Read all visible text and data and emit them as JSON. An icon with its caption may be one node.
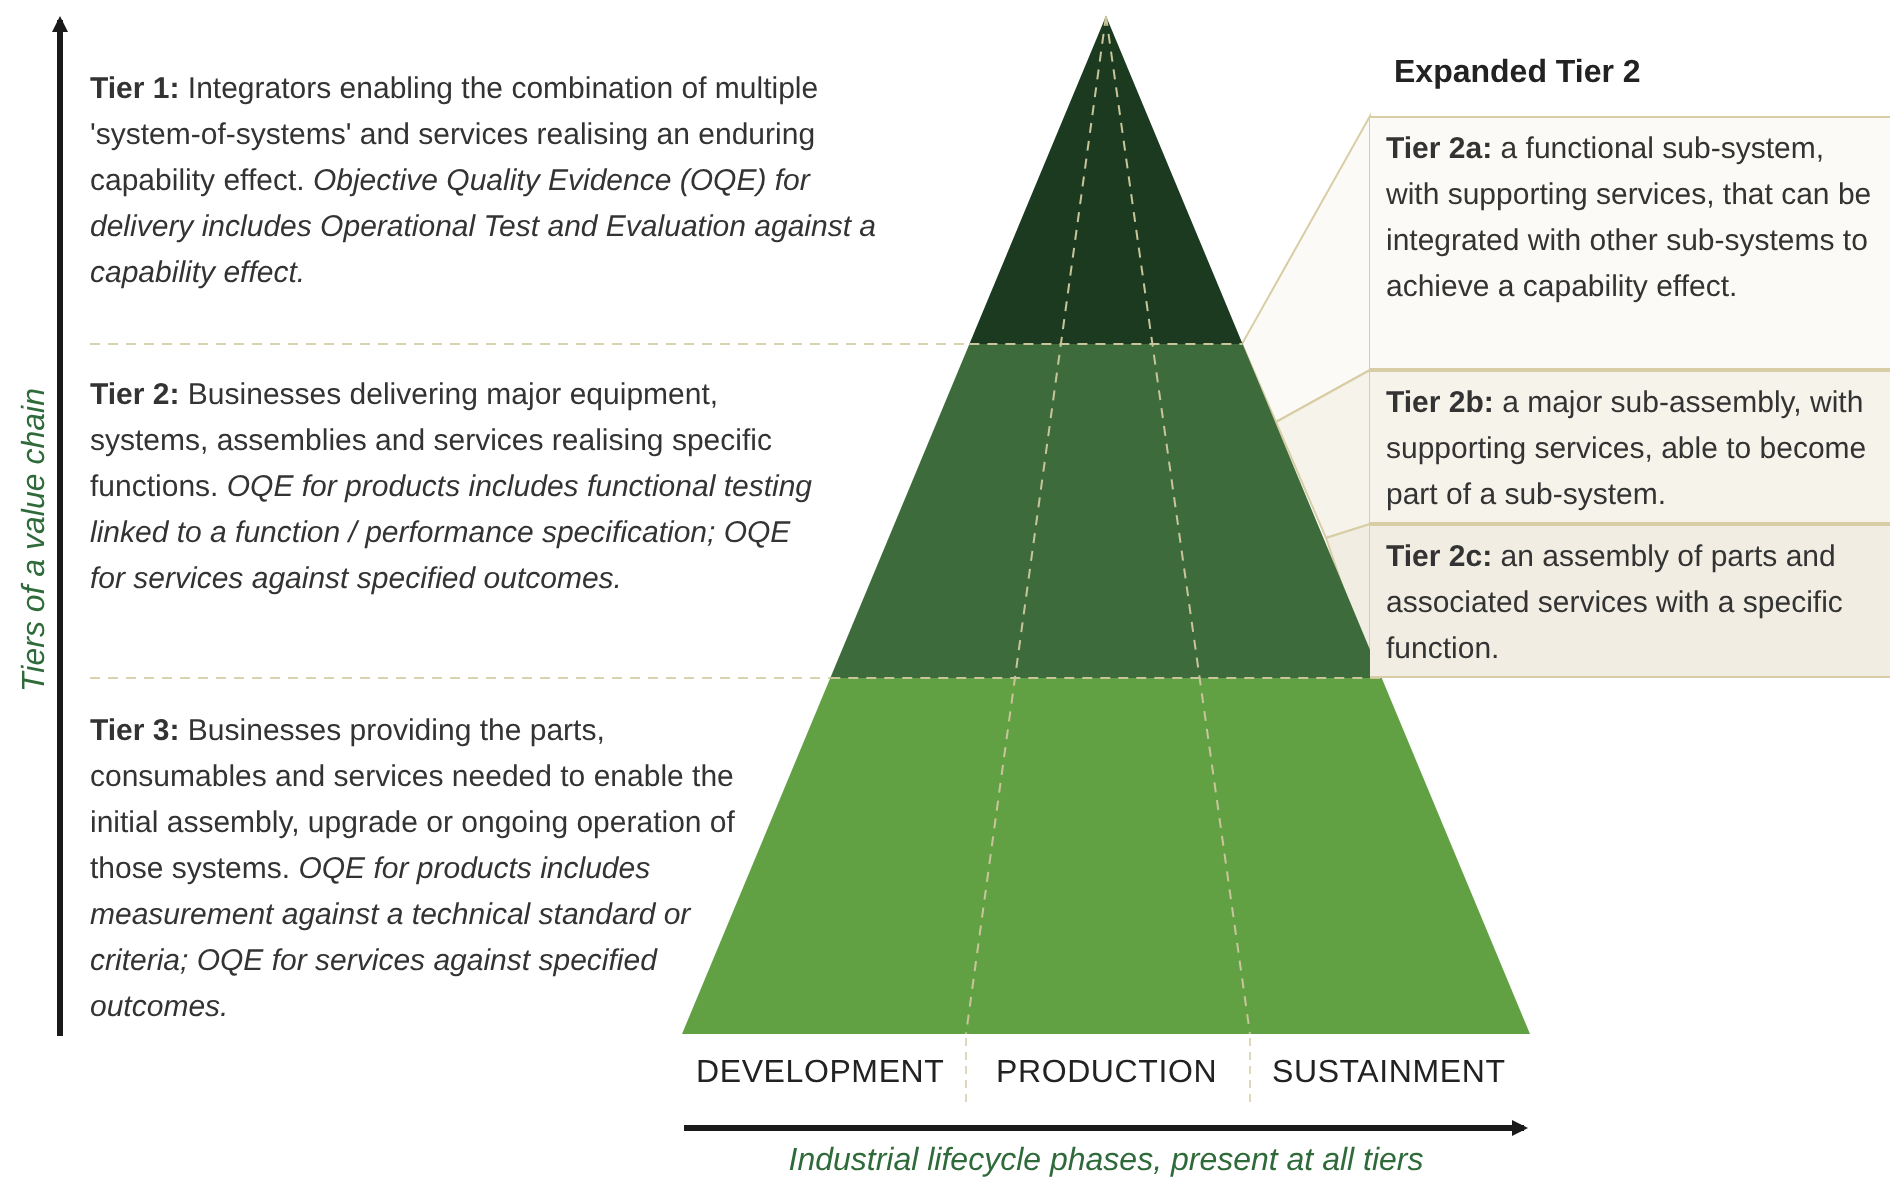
{
  "diagram": {
    "nodes": [
      {
        "text": [
          "**Tier 2a:** a functional sub-system, with supporting services, that can be integrated with other sub-systems to achieve a capability effect."
        ]
      },
      {
        "text": [
          "**Tier 2b:** a major sub-assembly, with supporting services, able to become part of a sub-system."
        ]
      },
      {
        "text": [
          "**Tier 2c:** an assembly of parts and associated services with a specific function."
        ]
      }
    ],
    "labels": [
      "**Tier 1:** Integrators enabling the combination of multiple 'system-of-systems' and services realising an enduring capability effect. *Objective Quality Evidence (OQE) for delivery includes Operational Test and Evaluation against a capability effect.*",
      "**Tier 2:** Businesses delivering major equipment, systems, assemblies and services realising specific functions. *OQE for products includes functional testing linked to a function / performance specification; OQE for services against specified outcomes.*",
      "**Tier 3:** Businesses providing the parts, consumables and services needed to enable the initial assembly, upgrade or ongoing operation of those systems. *OQE for products includes measurement against a technical standard or criteria; OQE for services against specified outcomes.*",
      "Expanded Tier 2",
      "DEVELOPMENT",
      "PRODUCTION",
      "SUSTAINMENT",
      "Tiers of a value chain",
      "Industrial lifecycle phases, present at all tiers"
    ]
  }
}
